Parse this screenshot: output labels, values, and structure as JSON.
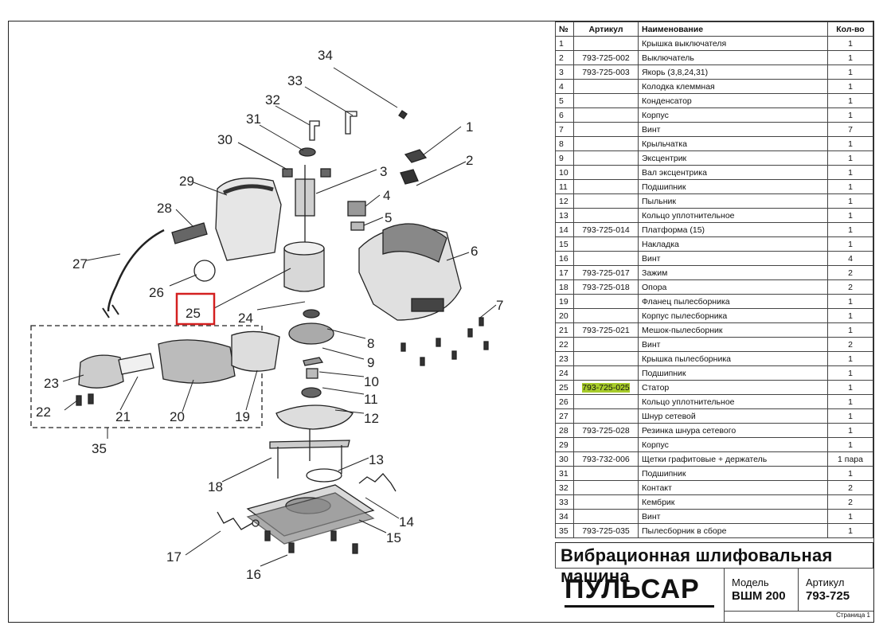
{
  "table": {
    "headers": {
      "num": "№",
      "article": "Артикул",
      "name": "Наименование",
      "qty": "Кол-во"
    },
    "rows": [
      {
        "num": "1",
        "article": "",
        "name": "Крышка выключателя",
        "qty": "1"
      },
      {
        "num": "2",
        "article": "793-725-002",
        "name": "Выключатель",
        "qty": "1"
      },
      {
        "num": "3",
        "article": "793-725-003",
        "name": "Якорь (3,8,24,31)",
        "qty": "1"
      },
      {
        "num": "4",
        "article": "",
        "name": "Колодка клеммная",
        "qty": "1"
      },
      {
        "num": "5",
        "article": "",
        "name": "Конденсатор",
        "qty": "1"
      },
      {
        "num": "6",
        "article": "",
        "name": "Корпус",
        "qty": "1"
      },
      {
        "num": "7",
        "article": "",
        "name": "Винт",
        "qty": "7"
      },
      {
        "num": "8",
        "article": "",
        "name": "Крыльчатка",
        "qty": "1"
      },
      {
        "num": "9",
        "article": "",
        "name": "Эксцентрик",
        "qty": "1"
      },
      {
        "num": "10",
        "article": "",
        "name": "Вал эксцентрика",
        "qty": "1"
      },
      {
        "num": "11",
        "article": "",
        "name": "Подшипник",
        "qty": "1"
      },
      {
        "num": "12",
        "article": "",
        "name": "Пыльник",
        "qty": "1"
      },
      {
        "num": "13",
        "article": "",
        "name": "Кольцо уплотнительное",
        "qty": "1"
      },
      {
        "num": "14",
        "article": "793-725-014",
        "name": "Платформа (15)",
        "qty": "1"
      },
      {
        "num": "15",
        "article": "",
        "name": "Накладка",
        "qty": "1"
      },
      {
        "num": "16",
        "article": "",
        "name": "Винт",
        "qty": "4"
      },
      {
        "num": "17",
        "article": "793-725-017",
        "name": "Зажим",
        "qty": "2"
      },
      {
        "num": "18",
        "article": "793-725-018",
        "name": "Опора",
        "qty": "2"
      },
      {
        "num": "19",
        "article": "",
        "name": "Фланец пылесборника",
        "qty": "1"
      },
      {
        "num": "20",
        "article": "",
        "name": "Корпус пылесборника",
        "qty": "1"
      },
      {
        "num": "21",
        "article": "793-725-021",
        "name": "Мешок-пылесборник",
        "qty": "1"
      },
      {
        "num": "22",
        "article": "",
        "name": "Винт",
        "qty": "2"
      },
      {
        "num": "23",
        "article": "",
        "name": "Крышка пылесборника",
        "qty": "1"
      },
      {
        "num": "24",
        "article": "",
        "name": "Подшипник",
        "qty": "1"
      },
      {
        "num": "25",
        "article": "793-725-025",
        "name": "Статор",
        "qty": "1",
        "highlight": true
      },
      {
        "num": "26",
        "article": "",
        "name": "Кольцо уплотнительное",
        "qty": "1"
      },
      {
        "num": "27",
        "article": "",
        "name": "Шнур сетевой",
        "qty": "1"
      },
      {
        "num": "28",
        "article": "793-725-028",
        "name": "Резинка шнура сетевого",
        "qty": "1"
      },
      {
        "num": "29",
        "article": "",
        "name": "Корпус",
        "qty": "1"
      },
      {
        "num": "30",
        "article": "793-732-006",
        "name": "Щетки графитовые + держатель",
        "qty": "1 пара"
      },
      {
        "num": "31",
        "article": "",
        "name": "Подшипник",
        "qty": "1"
      },
      {
        "num": "32",
        "article": "",
        "name": "Контакт",
        "qty": "2"
      },
      {
        "num": "33",
        "article": "",
        "name": "Кембрик",
        "qty": "2"
      },
      {
        "num": "34",
        "article": "",
        "name": "Винт",
        "qty": "1"
      },
      {
        "num": "35",
        "article": "793-725-035",
        "name": "Пылесборник в сборе",
        "qty": "1"
      }
    ]
  },
  "title": "Вибрационная шлифовальная машина",
  "logo": "ПУЛЬСАР",
  "model_label": "Модель",
  "model_value": "ВШМ 200",
  "article_label": "Артикул",
  "article_value": "793-725",
  "page": "Страница 1",
  "highlight_color": "#a8cc2a",
  "selection_color": "#d42020",
  "callouts": [
    "1",
    "2",
    "3",
    "4",
    "5",
    "6",
    "7",
    "8",
    "9",
    "10",
    "11",
    "12",
    "13",
    "14",
    "15",
    "16",
    "17",
    "18",
    "19",
    "20",
    "21",
    "22",
    "23",
    "24",
    "25",
    "26",
    "27",
    "28",
    "29",
    "30",
    "31",
    "32",
    "33",
    "34",
    "35"
  ]
}
